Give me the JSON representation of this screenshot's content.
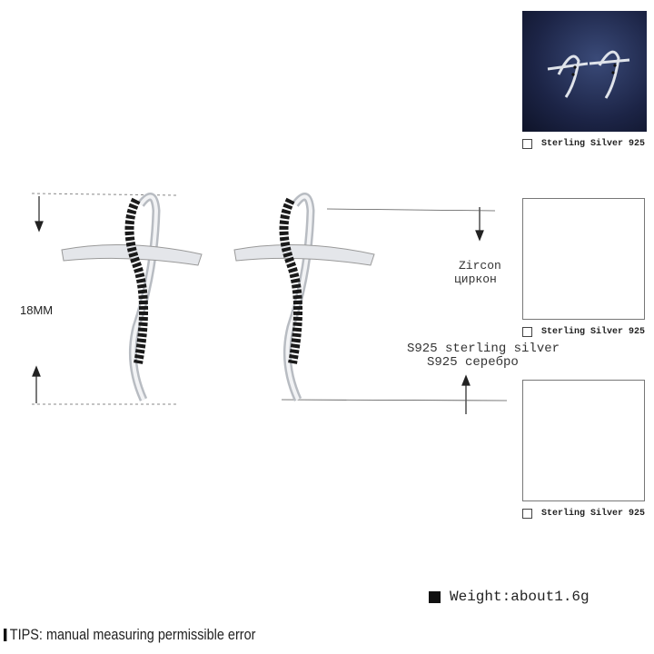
{
  "thumbnails": [
    {
      "caption": "Sterling Silver 925"
    },
    {
      "caption": "Sterling Silver 925"
    },
    {
      "caption": "Sterling Silver 925"
    }
  ],
  "dimension": {
    "height_label": "18MM"
  },
  "callouts": {
    "stone_en": "Zircon",
    "stone_ru": "циркон",
    "metal_en": "S925 sterling silver",
    "metal_ru": "S925 серебро"
  },
  "weight": "Weight:about1.6g",
  "tips": "TIPS: manual measuring permissible error"
}
